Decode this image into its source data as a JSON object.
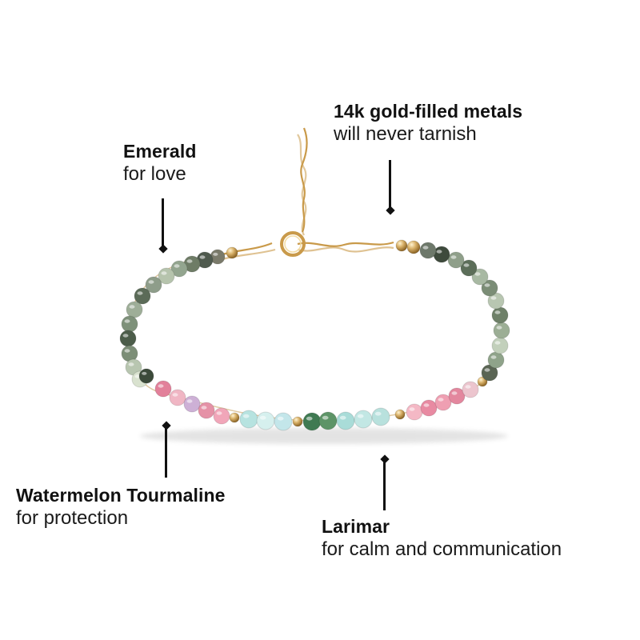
{
  "callouts": {
    "gold": {
      "title": "14k gold-filled metals",
      "subtitle": "will never tarnish"
    },
    "emerald": {
      "title": "Emerald",
      "subtitle": "for love"
    },
    "watermelon": {
      "title": "Watermelon Tourmaline",
      "subtitle": "for protection"
    },
    "larimar": {
      "title": "Larimar",
      "subtitle": "for calm and communication"
    }
  },
  "colors": {
    "text": "#111111",
    "gold": "#d4a95a",
    "emerald": "#6f8d74",
    "tourmaline_pink": "#e7869f",
    "larimar_blue": "#aee0de"
  },
  "icons": {
    "pointer": "diamond-pointer-icon"
  }
}
